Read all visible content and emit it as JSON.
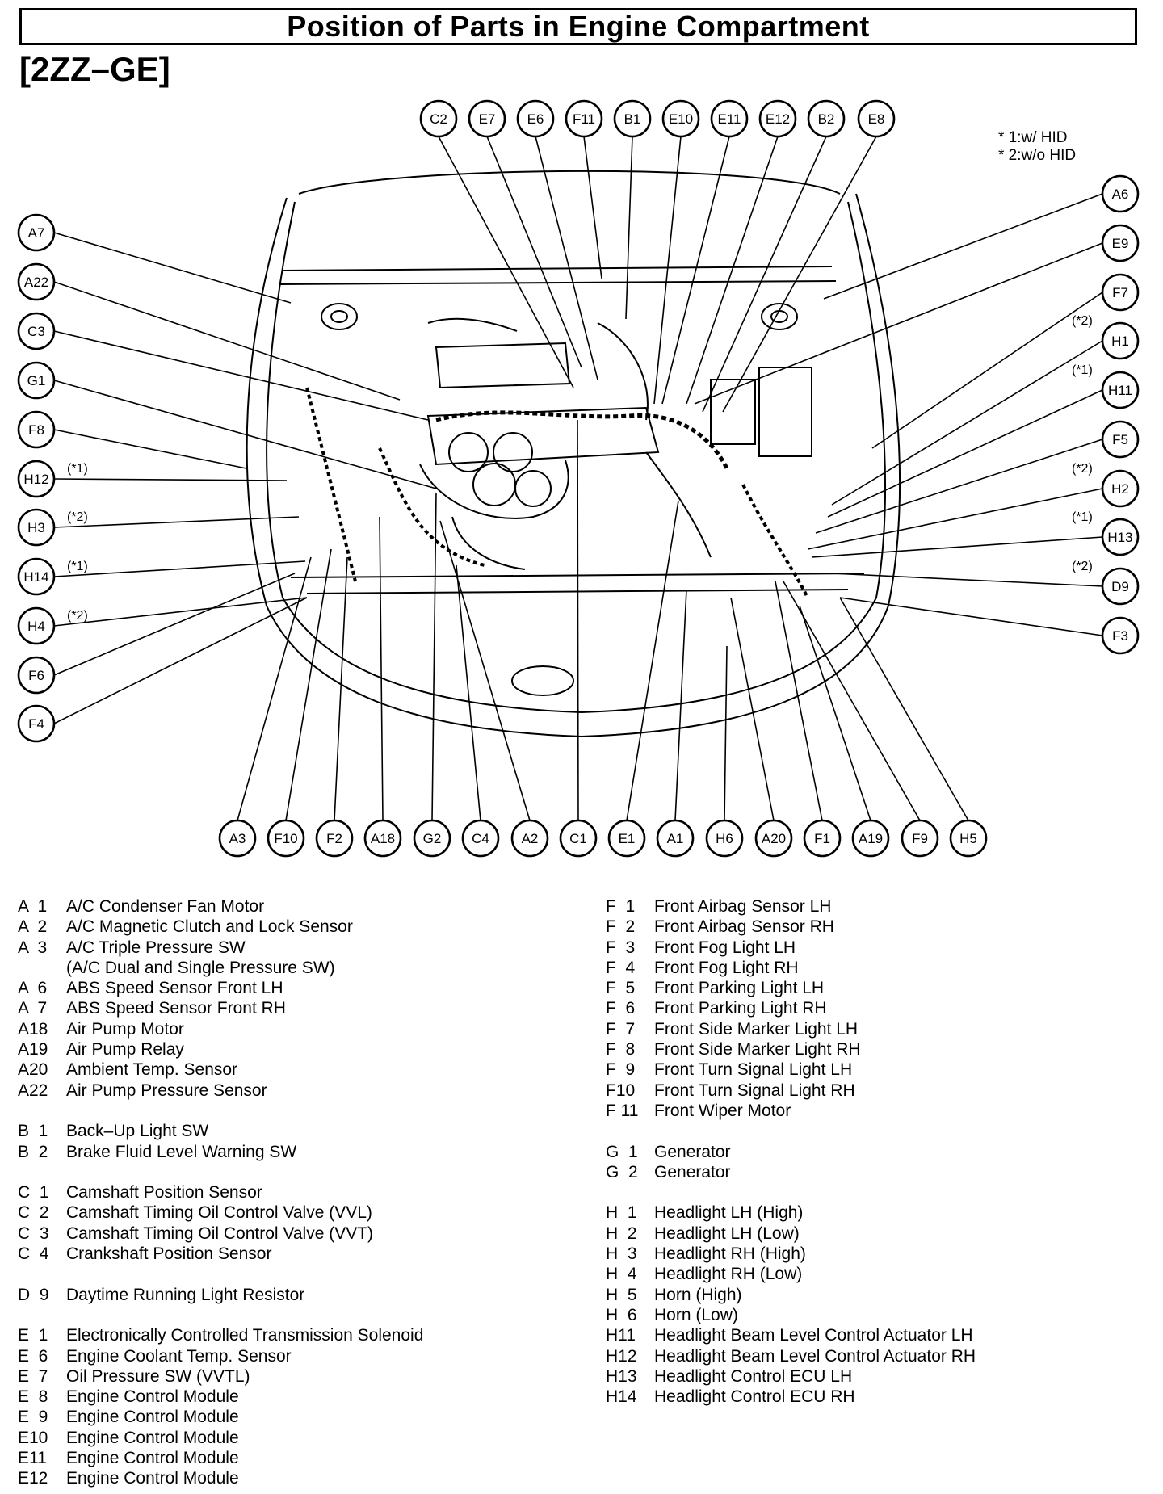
{
  "title": "Position of Parts in Engine Compartment",
  "subtitle": "[2ZZ–GE]",
  "notes": [
    "* 1:w/ HID",
    "* 2:w/o HID"
  ],
  "callouts": {
    "top": [
      "C2",
      "E7",
      "E6",
      "F11",
      "B1",
      "E10",
      "E11",
      "E12",
      "B2",
      "E8"
    ],
    "left": [
      {
        "label": "A7",
        "note": ""
      },
      {
        "label": "A22",
        "note": ""
      },
      {
        "label": "C3",
        "note": ""
      },
      {
        "label": "G1",
        "note": ""
      },
      {
        "label": "F8",
        "note": ""
      },
      {
        "label": "H12",
        "note": "(*1)"
      },
      {
        "label": "H3",
        "note": "(*2)"
      },
      {
        "label": "H14",
        "note": "(*1)"
      },
      {
        "label": "H4",
        "note": "(*2)"
      },
      {
        "label": "F6",
        "note": ""
      },
      {
        "label": "F4",
        "note": ""
      }
    ],
    "right": [
      {
        "label": "A6",
        "note": ""
      },
      {
        "label": "E9",
        "note": ""
      },
      {
        "label": "F7",
        "note": ""
      },
      {
        "label": "H1",
        "note": "(*2)"
      },
      {
        "label": "H11",
        "note": "(*1)"
      },
      {
        "label": "F5",
        "note": ""
      },
      {
        "label": "H2",
        "note": "(*2)"
      },
      {
        "label": "H13",
        "note": "(*1)"
      },
      {
        "label": "D9",
        "note": "(*2)"
      },
      {
        "label": "F3",
        "note": ""
      }
    ],
    "bottom": [
      "A3",
      "F10",
      "F2",
      "A18",
      "G2",
      "C4",
      "A2",
      "C1",
      "E1",
      "A1",
      "H6",
      "A20",
      "F1",
      "A19",
      "F9",
      "H5"
    ]
  },
  "legend_left": [
    {
      "code": "A  1",
      "text": "A/C Condenser Fan Motor"
    },
    {
      "code": "A  2",
      "text": "A/C Magnetic Clutch and Lock Sensor"
    },
    {
      "code": "A  3",
      "text": "A/C Triple Pressure SW"
    },
    {
      "code": "",
      "text": "(A/C Dual and Single Pressure SW)"
    },
    {
      "code": "A  6",
      "text": "ABS Speed Sensor Front LH"
    },
    {
      "code": "A  7",
      "text": "ABS Speed Sensor Front RH"
    },
    {
      "code": "A18",
      "text": "Air Pump Motor"
    },
    {
      "code": "A19",
      "text": "Air Pump Relay"
    },
    {
      "code": "A20",
      "text": "Ambient Temp. Sensor"
    },
    {
      "code": "A22",
      "text": "Air Pump Pressure Sensor"
    },
    {
      "gap": true
    },
    {
      "code": "B  1",
      "text": "Back–Up Light SW"
    },
    {
      "code": "B  2",
      "text": "Brake Fluid Level Warning SW"
    },
    {
      "gap": true
    },
    {
      "code": "C  1",
      "text": "Camshaft Position Sensor"
    },
    {
      "code": "C  2",
      "text": "Camshaft Timing Oil Control Valve (VVL)"
    },
    {
      "code": "C  3",
      "text": "Camshaft Timing Oil Control Valve (VVT)"
    },
    {
      "code": "C  4",
      "text": "Crankshaft Position Sensor"
    },
    {
      "gap": true
    },
    {
      "code": "D  9",
      "text": "Daytime Running Light Resistor"
    },
    {
      "gap": true
    },
    {
      "code": "E  1",
      "text": "Electronically Controlled Transmission Solenoid"
    },
    {
      "code": "E  6",
      "text": "Engine Coolant Temp. Sensor"
    },
    {
      "code": "E  7",
      "text": "Oil Pressure SW (VVTL)"
    },
    {
      "code": "E  8",
      "text": "Engine Control Module"
    },
    {
      "code": "E  9",
      "text": "Engine Control Module"
    },
    {
      "code": "E10",
      "text": "Engine Control Module"
    },
    {
      "code": "E11",
      "text": "Engine Control Module"
    },
    {
      "code": "E12",
      "text": "Engine Control Module"
    }
  ],
  "legend_right": [
    {
      "code": "F  1",
      "text": "Front Airbag Sensor LH"
    },
    {
      "code": "F  2",
      "text": "Front Airbag Sensor RH"
    },
    {
      "code": "F  3",
      "text": "Front Fog Light LH"
    },
    {
      "code": "F  4",
      "text": "Front Fog Light RH"
    },
    {
      "code": "F  5",
      "text": "Front Parking Light LH"
    },
    {
      "code": "F  6",
      "text": "Front Parking Light RH"
    },
    {
      "code": "F  7",
      "text": "Front Side Marker Light LH"
    },
    {
      "code": "F  8",
      "text": "Front Side Marker Light RH"
    },
    {
      "code": "F  9",
      "text": "Front Turn Signal Light LH"
    },
    {
      "code": "F10",
      "text": "Front Turn Signal Light RH"
    },
    {
      "code": "F 11",
      "text": "Front Wiper Motor"
    },
    {
      "gap": true
    },
    {
      "code": "G  1",
      "text": "Generator"
    },
    {
      "code": "G  2",
      "text": "Generator"
    },
    {
      "gap": true
    },
    {
      "code": "H  1",
      "text": "Headlight LH (High)"
    },
    {
      "code": "H  2",
      "text": "Headlight LH (Low)"
    },
    {
      "code": "H  3",
      "text": "Headlight RH (High)"
    },
    {
      "code": "H  4",
      "text": "Headlight RH (Low)"
    },
    {
      "code": "H  5",
      "text": "Horn (High)"
    },
    {
      "code": "H  6",
      "text": "Horn (Low)"
    },
    {
      "code": "H11",
      "text": "Headlight Beam Level Control Actuator LH"
    },
    {
      "code": "H12",
      "text": "Headlight Beam Level Control Actuator RH"
    },
    {
      "code": "H13",
      "text": "Headlight Control ECU LH"
    },
    {
      "code": "H14",
      "text": "Headlight Control ECU RH"
    }
  ]
}
